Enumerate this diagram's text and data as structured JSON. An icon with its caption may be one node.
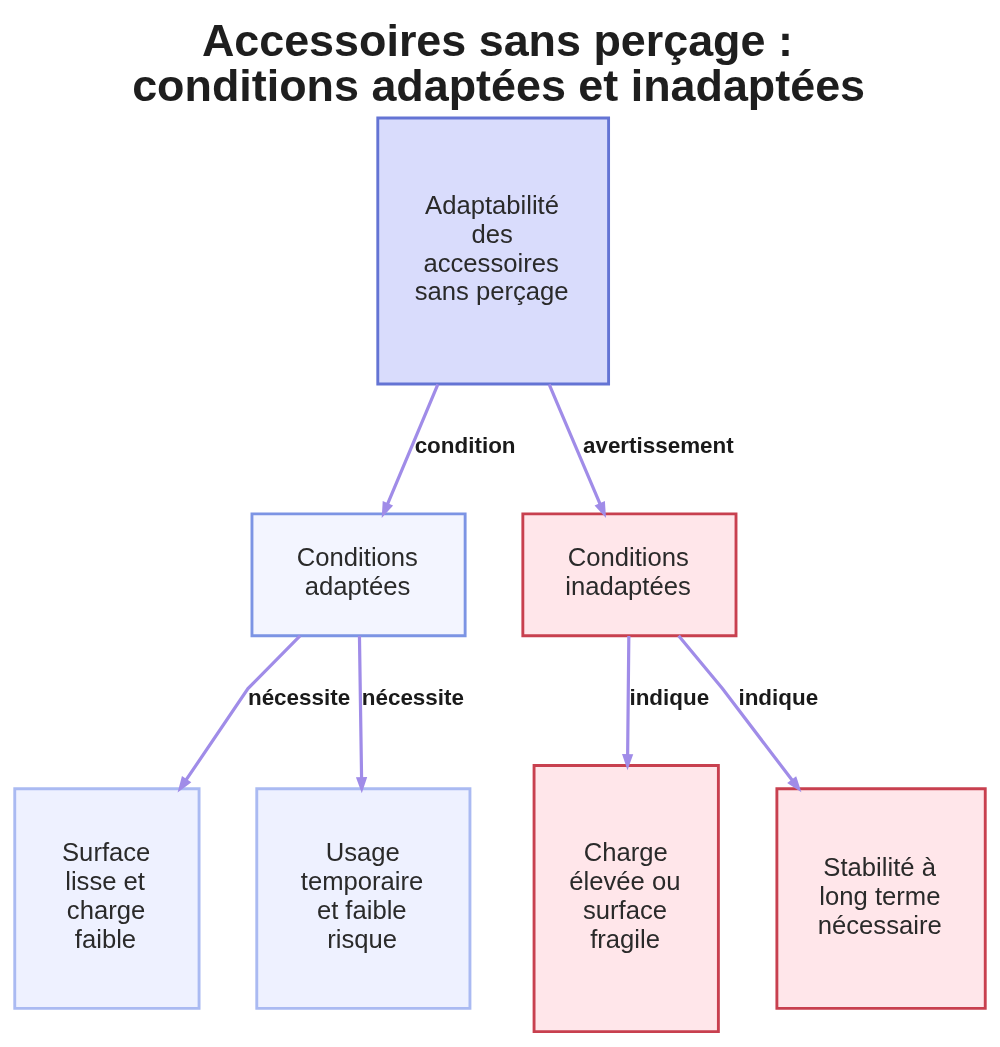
{
  "diagram": {
    "title": "Accessoires sans perçage : conditions adaptées et inadaptées",
    "nodes": [
      {
        "text": [
          "Adaptabilité des accessoires sans perçage"
        ]
      },
      {
        "text": [
          "Conditions adaptées"
        ]
      },
      {
        "text": [
          "Conditions inadaptées"
        ]
      },
      {
        "text": [
          "Surface lisse et charge faible"
        ]
      },
      {
        "text": [
          "Usage temporaire et faible risque"
        ]
      },
      {
        "text": [
          "Charge élevée ou surface fragile"
        ]
      },
      {
        "text": [
          "Stabilité à long terme nécessaire"
        ]
      }
    ],
    "edges": [
      {
        "from": 0,
        "to": 1,
        "arrow": "to",
        "label": "condition"
      },
      {
        "from": 0,
        "to": 2,
        "arrow": "to",
        "label": "avertissement"
      },
      {
        "from": 1,
        "to": 3,
        "arrow": "to",
        "label": "nécessite"
      },
      {
        "from": 1,
        "to": 4,
        "arrow": "to",
        "label": "nécessite"
      },
      {
        "from": 2,
        "to": 5,
        "arrow": "to",
        "label": "indique"
      },
      {
        "from": 2,
        "to": 6,
        "arrow": "to",
        "label": "indique"
      }
    ]
  }
}
